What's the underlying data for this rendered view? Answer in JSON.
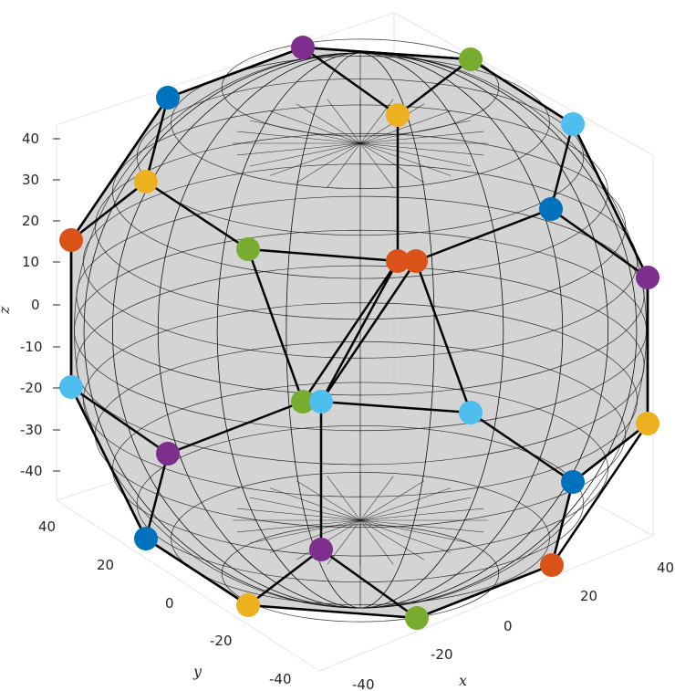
{
  "chart_data": {
    "type": "scatter",
    "description_kind": "3d-sphere-with-graph",
    "axes": {
      "x": {
        "label": "x",
        "ticks": [
          "-40",
          "-20",
          "0",
          "20",
          "40"
        ]
      },
      "y": {
        "label": "y",
        "ticks": [
          "-40",
          "-20",
          "0",
          "20",
          "40"
        ]
      },
      "z": {
        "label": "z",
        "ticks": [
          "40",
          "30",
          "20",
          "10",
          "0",
          "-10",
          "-20",
          "-30",
          "-40"
        ]
      }
    },
    "grid": false,
    "colors": {
      "blue": "#0072BD",
      "orange": "#D95319",
      "yellow": "#EDB120",
      "purple": "#7E2F8E",
      "green": "#77AC30",
      "cyan": "#4DBEEE",
      "sphere_fill": "#cccccc",
      "edge": "#000000"
    },
    "nodes": [
      {
        "id": "n1",
        "color": "purple"
      },
      {
        "id": "n2",
        "color": "green"
      },
      {
        "id": "n3",
        "color": "blue"
      },
      {
        "id": "n4",
        "color": "yellow"
      },
      {
        "id": "n5",
        "color": "cyan"
      },
      {
        "id": "n6",
        "color": "yellow"
      },
      {
        "id": "n7",
        "color": "blue"
      },
      {
        "id": "n8",
        "color": "orange"
      },
      {
        "id": "n9",
        "color": "green"
      },
      {
        "id": "n10",
        "color": "orange"
      },
      {
        "id": "n11",
        "color": "orange"
      },
      {
        "id": "n12",
        "color": "purple"
      },
      {
        "id": "n13",
        "color": "cyan"
      },
      {
        "id": "n14",
        "color": "green"
      },
      {
        "id": "n15",
        "color": "cyan"
      },
      {
        "id": "n16",
        "color": "cyan"
      },
      {
        "id": "n17",
        "color": "yellow"
      },
      {
        "id": "n18",
        "color": "purple"
      },
      {
        "id": "n19",
        "color": "blue"
      },
      {
        "id": "n20",
        "color": "blue"
      },
      {
        "id": "n21",
        "color": "orange"
      },
      {
        "id": "n22",
        "color": "purple"
      },
      {
        "id": "n23",
        "color": "yellow"
      },
      {
        "id": "n24",
        "color": "green"
      }
    ],
    "edges": [
      [
        "n1",
        "n2"
      ],
      [
        "n1",
        "n3"
      ],
      [
        "n1",
        "n4"
      ],
      [
        "n2",
        "n4"
      ],
      [
        "n2",
        "n5"
      ],
      [
        "n3",
        "n6"
      ],
      [
        "n3",
        "n8"
      ],
      [
        "n6",
        "n8"
      ],
      [
        "n6",
        "n9"
      ],
      [
        "n4",
        "n10"
      ],
      [
        "n5",
        "n7"
      ],
      [
        "n5",
        "n12"
      ],
      [
        "n7",
        "n12"
      ],
      [
        "n7",
        "n11"
      ],
      [
        "n9",
        "n10"
      ],
      [
        "n10",
        "n11"
      ],
      [
        "n10",
        "n15"
      ],
      [
        "n10",
        "n14"
      ],
      [
        "n11",
        "n16"
      ],
      [
        "n11",
        "n15"
      ],
      [
        "n8",
        "n13"
      ],
      [
        "n9",
        "n14"
      ],
      [
        "n13",
        "n18"
      ],
      [
        "n13",
        "n19"
      ],
      [
        "n14",
        "n15"
      ],
      [
        "n14",
        "n18"
      ],
      [
        "n15",
        "n22"
      ],
      [
        "n16",
        "n20"
      ],
      [
        "n16",
        "n15"
      ],
      [
        "n12",
        "n17"
      ],
      [
        "n17",
        "n20"
      ],
      [
        "n17",
        "n21"
      ],
      [
        "n20",
        "n21"
      ],
      [
        "n18",
        "n19"
      ],
      [
        "n19",
        "n23"
      ],
      [
        "n23",
        "n22"
      ],
      [
        "n22",
        "n24"
      ],
      [
        "n24",
        "n21"
      ]
    ]
  }
}
